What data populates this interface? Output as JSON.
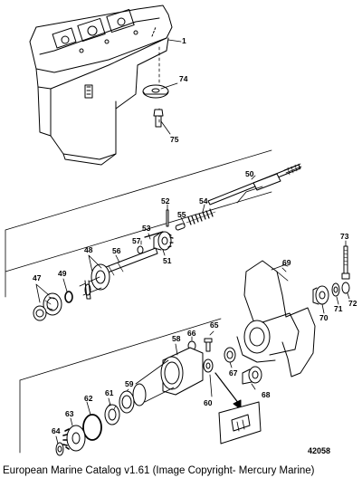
{
  "diagram": {
    "figure_number": "42058",
    "caption": "European Marine Catalog v1.61 (Image Copyright- Mercury Marine)",
    "callouts": {
      "c1": "1",
      "c74": "74",
      "c75": "75",
      "c50": "50",
      "c52": "52",
      "c54": "54",
      "c55": "55",
      "c53": "53",
      "c57": "57",
      "c51": "51",
      "c56": "56",
      "c48": "48",
      "c47": "47",
      "c49": "49",
      "c73": "73",
      "c69": "69",
      "c70": "70",
      "c71": "71",
      "c72": "72",
      "c65": "65",
      "c66": "66",
      "c58": "58",
      "c67": "67",
      "c59": "59",
      "c61": "61",
      "c60": "60",
      "c68": "68",
      "c62": "62",
      "c63": "63",
      "c64": "64"
    }
  }
}
